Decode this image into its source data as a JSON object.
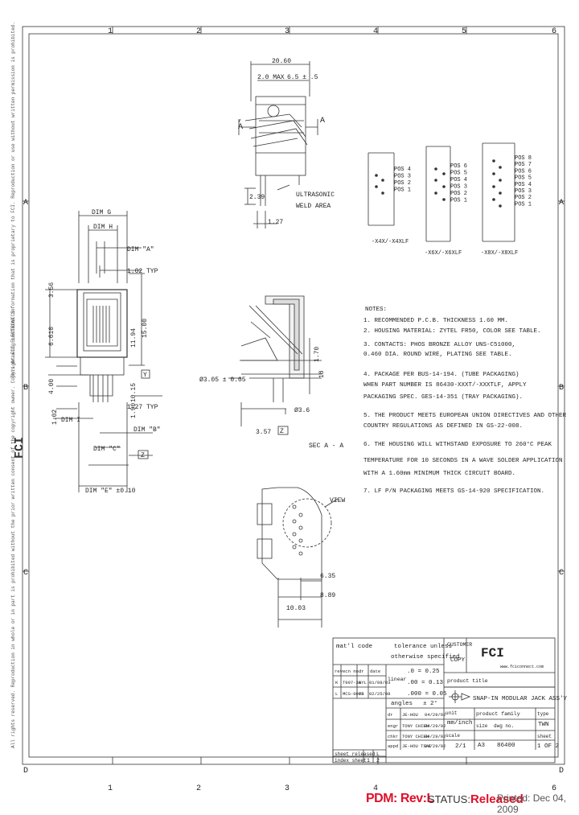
{
  "grid": {
    "columns": [
      "1",
      "2",
      "3",
      "4",
      "5",
      "6"
    ],
    "rows": [
      "A",
      "B",
      "C",
      "D"
    ]
  },
  "views": {
    "side": {
      "overall": "20.60",
      "max": "2.0 MAX",
      "dim_b": "6.5 ± .5",
      "section_a": "A",
      "dim_239": "2.39",
      "dim_127": "1.27",
      "ultrasonic": "ULTRASONIC",
      "weld_area": "WELD AREA"
    },
    "front": {
      "dim_g": "DIM G",
      "dim_h": "DIM H",
      "dim_a": "DIM \"A\"",
      "typ_102": "1.02 TYP",
      "typ_127": "1.27 TYP",
      "dim_i": "DIM I",
      "dim_b": "DIM \"B\"",
      "dim_c": "DIM \"C\"",
      "dim_e": "DIM \"E\" ±0.10",
      "v356": "3.56",
      "v6610": "6.610",
      "v1194": "11.94",
      "v1500": "15.00",
      "v400": "4.00",
      "v1015": "10.15",
      "v190": "1.90",
      "v102": "1.02",
      "ref_y": "Y",
      "ref_z": "Z"
    },
    "section": {
      "v170": "1.70",
      "v18": "18",
      "v305": "Ø3.05 ± 0.05",
      "v36": "Ø3.6",
      "v357": "3.57",
      "ref": "Z",
      "label": "SEC A - A"
    },
    "bottom": {
      "view": "VIEW",
      "v635": "6.35",
      "v889": "8.89",
      "v1003": "10.03"
    },
    "pinouts": [
      {
        "label": "-X4X/-X4XLF",
        "positions": [
          "POS 4",
          "POS 3",
          "POS 2",
          "POS 1"
        ]
      },
      {
        "label": "-X6X/-X6XLF",
        "positions": [
          "POS 6",
          "POS 5",
          "POS 4",
          "POS 3",
          "POS 2",
          "POS 1"
        ]
      },
      {
        "label": "-X8X/-X8XLF",
        "positions": [
          "POS 8",
          "POS 7",
          "POS 6",
          "POS 5",
          "POS 4",
          "POS 3",
          "POS 2",
          "POS 1"
        ]
      }
    ]
  },
  "notes": {
    "title": "NOTES:",
    "lines": [
      "1. RECOMMENDED P.C.B. THICKNESS 1.60 MM.",
      "2. HOUSING MATERIAL: ZYTEL FR50, COLOR SEE TABLE.",
      "3. CONTACTS: PHOS BRONZE ALLOY UNS-C51000,",
      "   0.460 DIA. ROUND WIRE, PLATING SEE TABLE.",
      "4. PACKAGE PER BUS-14-194. (TUBE PACKAGING)",
      "   WHEN PART NUMBER IS 86430-XXXT/-XXXTLF, APPLY",
      "   PACKAGING SPEC. GES-14-351 (TRAY PACKAGING).",
      "5. THE PRODUCT MEETS EUROPEAN UNION DIRECTIVES AND OTHER",
      "   COUNTRY REGULATIONS AS DEFINED IN GS-22-008.",
      "6. THE HOUSING WILL WITHSTAND EXPOSURE TO 260°C PEAK",
      "   TEMPERATURE FOR 10 SECONDS IN A WAVE SOLDER APPLICATION",
      "   WITH A 1.60mm MINIMUM THICK CIRCUIT BOARD.",
      "7. LF P/N PACKAGING MEETS GS-14-920 SPECIFICATION."
    ]
  },
  "title_block": {
    "matl_code": "mat'l code",
    "tolerance": "tolerance unless",
    "otherwise": "otherwise specified",
    "customer_label": "CUSTOMER",
    "customer": "COPY",
    "logo": "FCI",
    "logo_url": "www.fciconnect.com",
    "product_title_label": "product title",
    "title": "SNAP-IN MODULAR JACK ASS'Y",
    "linear_label": "linear",
    "tol1": ".0 = 0.25",
    "tol2": ".00 = 0.13",
    "tol3": ".000 = 0.05",
    "angles_label": "angles",
    "angles": "± 2°",
    "rev_hdr": [
      "rev",
      "ecn no.",
      "dr",
      "date"
    ],
    "rev_rows": [
      [
        "K",
        "T997-38",
        "AYL",
        "01/08/03"
      ],
      [
        "L",
        "MCS-0088",
        "YS",
        "02/25/08"
      ]
    ],
    "sign_rows": [
      [
        "dr",
        "JE-HOU",
        "04/29/92"
      ],
      [
        "engr",
        "TONY CHIEN",
        "04/29/92"
      ],
      [
        "chkr",
        "TONY CHIEN",
        "04/29/92"
      ],
      [
        "appd",
        "JE-HOU TSAI",
        "04/29/92"
      ]
    ],
    "unit_label": "unit",
    "unit": "mm/inch",
    "scale_label": "scale",
    "scale": "2/1",
    "product_family_label": "product family",
    "size_label": "size",
    "size": "A3",
    "dwg_label": "dwg no.",
    "dwg": "86400",
    "type_label": "type",
    "type": "TWN",
    "sheet_label": "sheet",
    "sheet": "1 OF 2",
    "sheet_released": "sheet released",
    "index_sheet": "index sheet",
    "rel": [
      "L",
      "1",
      "2"
    ]
  },
  "side_text": {
    "left_top": "This drawing contains information that is proprietary to FCI. Reproduction or use without written permission is prohibited.",
    "left_bottom": "All rights reserved. Reproduction in whole or in part is prohibited without the prior written consent of the copyright owner. Copyright FCI ELECTRONICS",
    "logo": "FCI"
  },
  "status_bar": {
    "pdm": "PDM: Rev:L",
    "status_label": "STATUS:",
    "status_value": "Released",
    "printed": "Printed: Dec 04, 2009"
  }
}
